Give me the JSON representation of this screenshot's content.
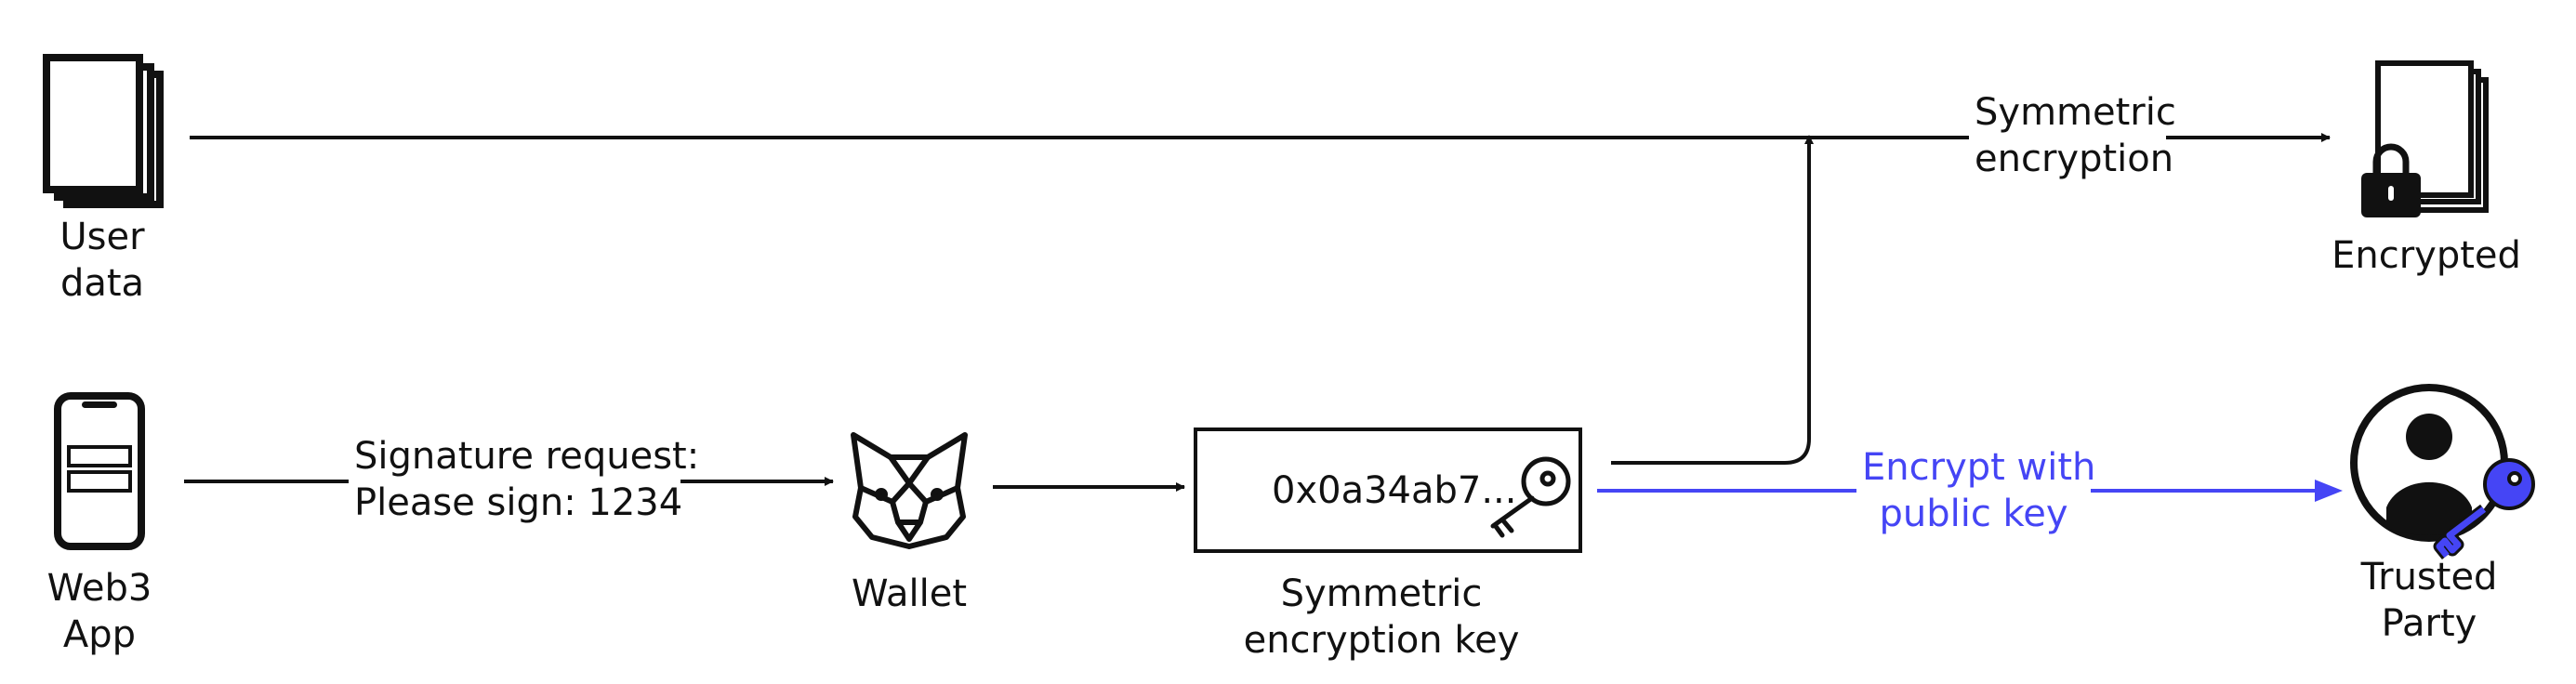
{
  "colors": {
    "ink": "#111111",
    "accent": "#4545f5"
  },
  "nodes": {
    "user_data": {
      "line1": "User",
      "line2": "data",
      "icon": "document-stack-icon"
    },
    "web3_app": {
      "line1": "Web3",
      "line2": "App",
      "icon": "smartphone-icon"
    },
    "wallet": {
      "label": "Wallet",
      "icon": "fox-icon"
    },
    "key_box": {
      "value": "0x0a34ab7...",
      "line1": "Symmetric",
      "line2": "encryption key",
      "icon": "key-icon"
    },
    "encrypted": {
      "label": "Encrypted",
      "icon": "locked-document-icon"
    },
    "trusted_party": {
      "line1": "Trusted",
      "line2": "Party",
      "icon": "user-with-key-icon"
    }
  },
  "edges": {
    "signature": {
      "line1": "Signature request:",
      "line2": "Please sign: 1234"
    },
    "symmetric": {
      "line1": "Symmetric",
      "line2": "encryption"
    },
    "public_key": {
      "line1": "Encrypt with",
      "line2": "public key"
    }
  }
}
